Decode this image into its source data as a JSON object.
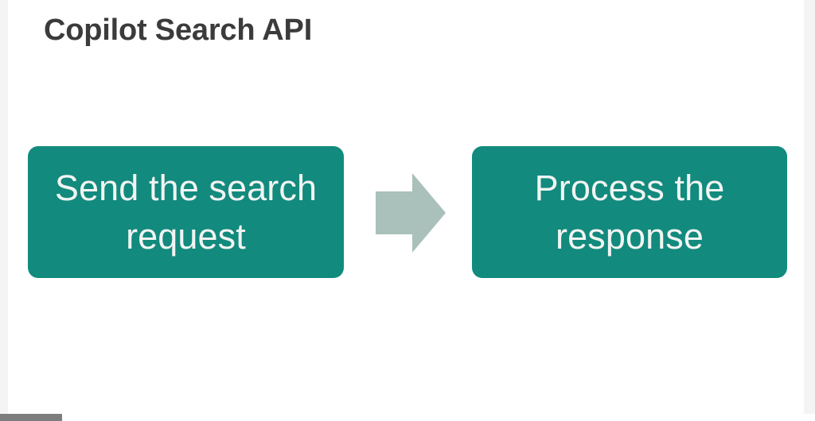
{
  "page": {
    "title": "Copilot Search API",
    "background_color": "#ffffff",
    "gutter_color": "#f4f4f4"
  },
  "diagram": {
    "type": "process-flow",
    "accent_color": "#128a7d",
    "arrow_color": "#a9c0bb",
    "box_text_color": "#f1f4f2",
    "steps": [
      {
        "label": "Send the search request"
      },
      {
        "label": "Process the response"
      }
    ],
    "connector": {
      "icon": "right-arrow-icon",
      "direction": "right"
    }
  },
  "scrollbar": {
    "orientation": "horizontal",
    "thumb_color": "#7d7d7d"
  }
}
